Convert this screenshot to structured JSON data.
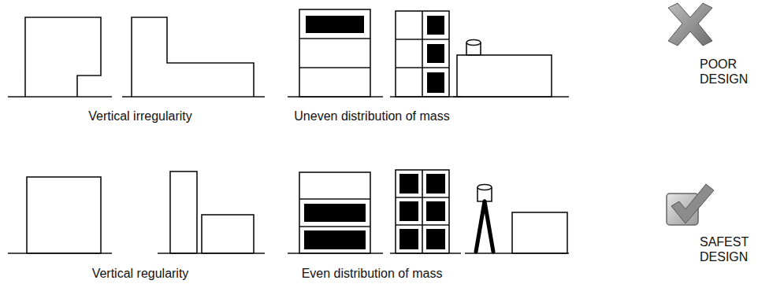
{
  "diagram": {
    "labels": [
      "Vertical irregularity",
      "Uneven distribution of mass",
      "POOR DESIGN",
      "Vertical regularity",
      "Even distribution of mass",
      "SAFEST DESIGN"
    ]
  }
}
